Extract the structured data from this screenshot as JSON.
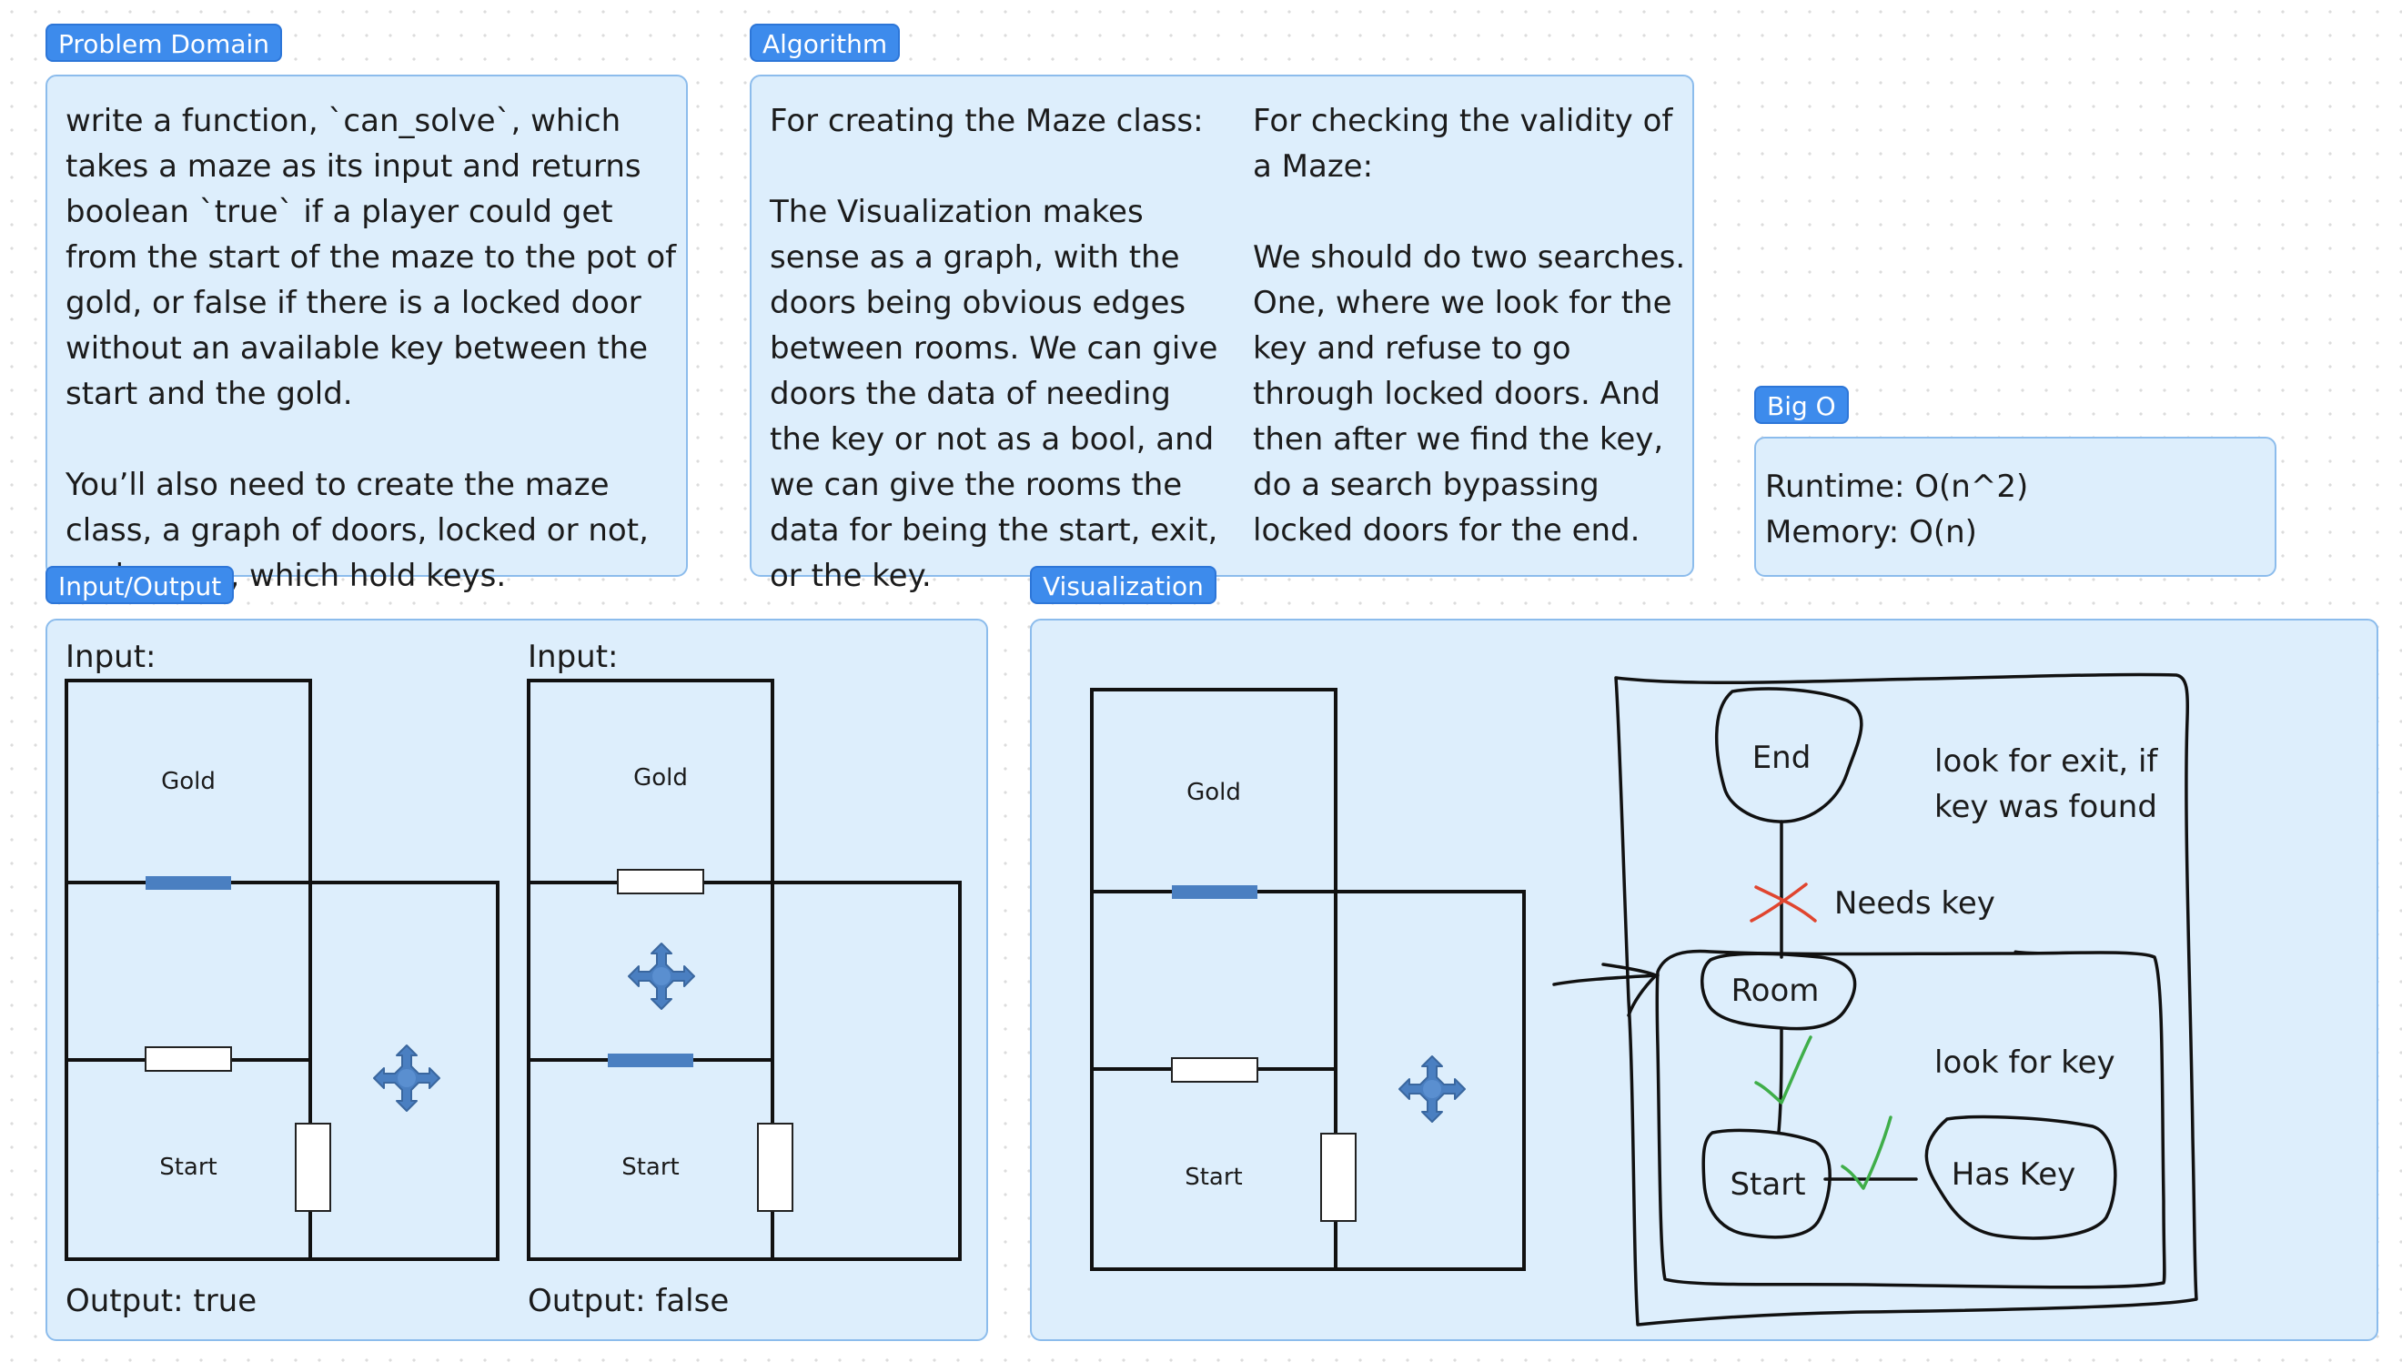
{
  "problem_domain": {
    "label": "Problem Domain",
    "text": "write a function, `can_solve`, which takes a maze as its input and returns boolean `true` if a player could get from the start of the maze to the pot of gold, or false if there is a locked door without an available key between the start and the gold.\n\nYou’ll also need to create the maze class, a graph of doors, locked or not, and rooms, which hold keys."
  },
  "algorithm": {
    "label": "Algorithm",
    "left_text": "For creating the Maze class:\n\nThe Visualization makes sense as a graph, with the doors being obvious edges between rooms. We can give doors the data of needing the key or not as a bool, and we can give the rooms the data for being the start, exit, or the key.",
    "right_text": "For checking the validity of a Maze:\n\nWe should do two searches. One, where we look for the key and refuse to go through locked doors. And then after we find the key, do a search bypassing locked doors for the end."
  },
  "big_o": {
    "label": "Big O",
    "runtime": "Runtime: O(n^2)",
    "memory": "Memory: O(n)"
  },
  "io": {
    "label": "Input/Output",
    "examples": [
      {
        "input_label": "Input:",
        "gold_label": "Gold",
        "start_label": "Start",
        "output": "Output: true"
      },
      {
        "input_label": "Input:",
        "gold_label": "Gold",
        "start_label": "Start",
        "output": "Output: false"
      }
    ]
  },
  "visualization": {
    "label": "Visualization",
    "maze": {
      "gold_label": "Gold",
      "start_label": "Start"
    },
    "graph": {
      "nodes": {
        "end": "End",
        "room": "Room",
        "start": "Start",
        "has_key": "Has Key"
      },
      "notes": {
        "exit_line1": "look for exit, if",
        "exit_line2": "key was found",
        "needs_key": "Needs key",
        "look_for_key": "look for key"
      }
    }
  },
  "colors": {
    "panel_fill": "#ddeefc",
    "panel_border": "#8cbcec",
    "tag_fill": "#3d8bec",
    "locked_door": "#4a7fc1",
    "key_icon": "#4a7fc1",
    "cross_mark": "#e0452f",
    "check_mark": "#3fae49"
  },
  "icons": [
    "key-move-icon",
    "cross-mark-icon",
    "check-mark-icon",
    "entry-arrow-icon"
  ]
}
